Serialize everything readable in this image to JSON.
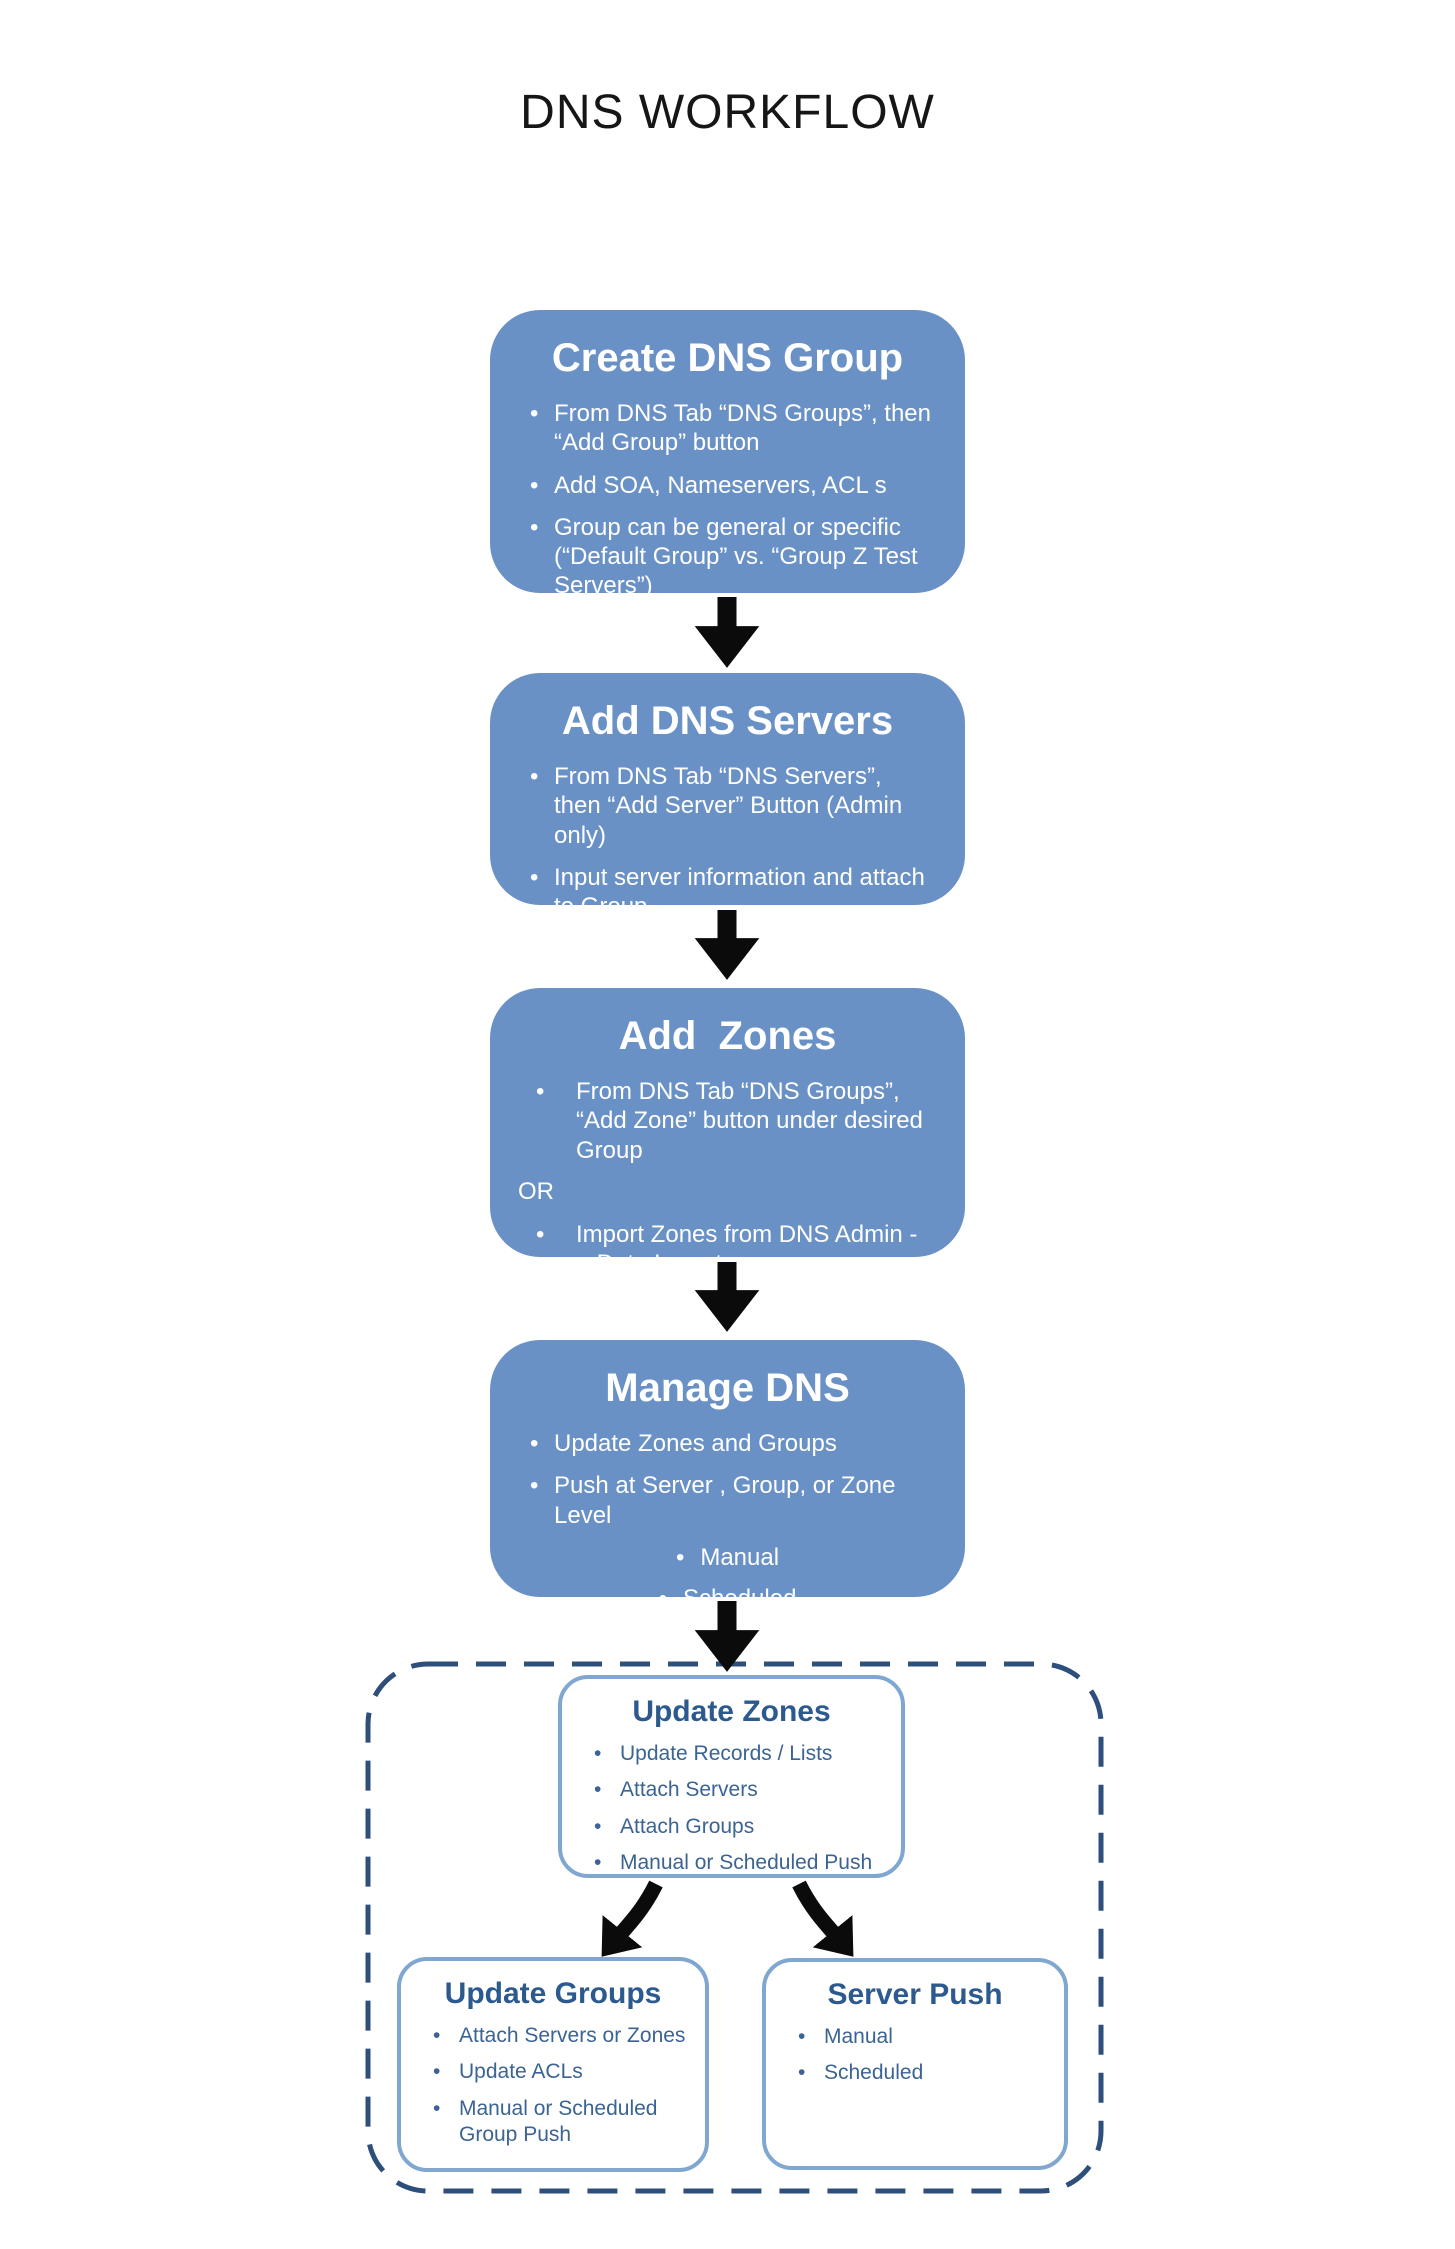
{
  "title": "DNS WORKFLOW",
  "colors": {
    "flow_box_fill": "#6991C6",
    "flow_box_text": "#FFFFFF",
    "sub_box_border": "#7FA7CF",
    "sub_box_title": "#2D5A8E",
    "sub_box_text": "#3B6394",
    "dashed_container_border": "#2E4E7B",
    "arrow": "#0B0B0B",
    "title_text": "#161616"
  },
  "icons": {
    "flow_connector": "black-down-arrow",
    "branch_connectors": "black-curved-arrows"
  },
  "boxes": {
    "create_dns_group": {
      "title": "Create DNS Group",
      "bullets": [
        "From DNS Tab “DNS Groups”, then “Add Group” button",
        "Add SOA, Nameservers, ACL s",
        "Group can be general or specific (“Default Group” vs. “Group Z Test Servers”)"
      ]
    },
    "add_dns_servers": {
      "title": "Add DNS Servers",
      "bullets": [
        "From DNS Tab “DNS Servers”, then “Add Server” Button (Admin only)",
        "Input server information and attach to Group"
      ]
    },
    "add_zones": {
      "title": "Add  Zones",
      "option_a": "From DNS Tab “DNS Groups”, “Add Zone” button under desired Group",
      "or_label": "OR",
      "option_b": "Import Zones from DNS Admin -> Data Import"
    },
    "manage_dns": {
      "title": "Manage DNS",
      "bullets": [
        "Update Zones and Groups",
        "Push at Server , Group, or Zone Level"
      ],
      "sub_bullets": [
        "Manual",
        "Scheduled"
      ]
    },
    "update_zones": {
      "title": "Update Zones",
      "bullets": [
        "Update Records / Lists",
        "Attach Servers",
        "Attach Groups",
        "Manual or Scheduled Push"
      ]
    },
    "update_groups": {
      "title": "Update Groups",
      "bullets": [
        "Attach Servers or Zones",
        "Update ACLs",
        "Manual or Scheduled Group Push"
      ]
    },
    "server_push": {
      "title": "Server Push",
      "bullets": [
        "Manual",
        "Scheduled"
      ]
    }
  }
}
